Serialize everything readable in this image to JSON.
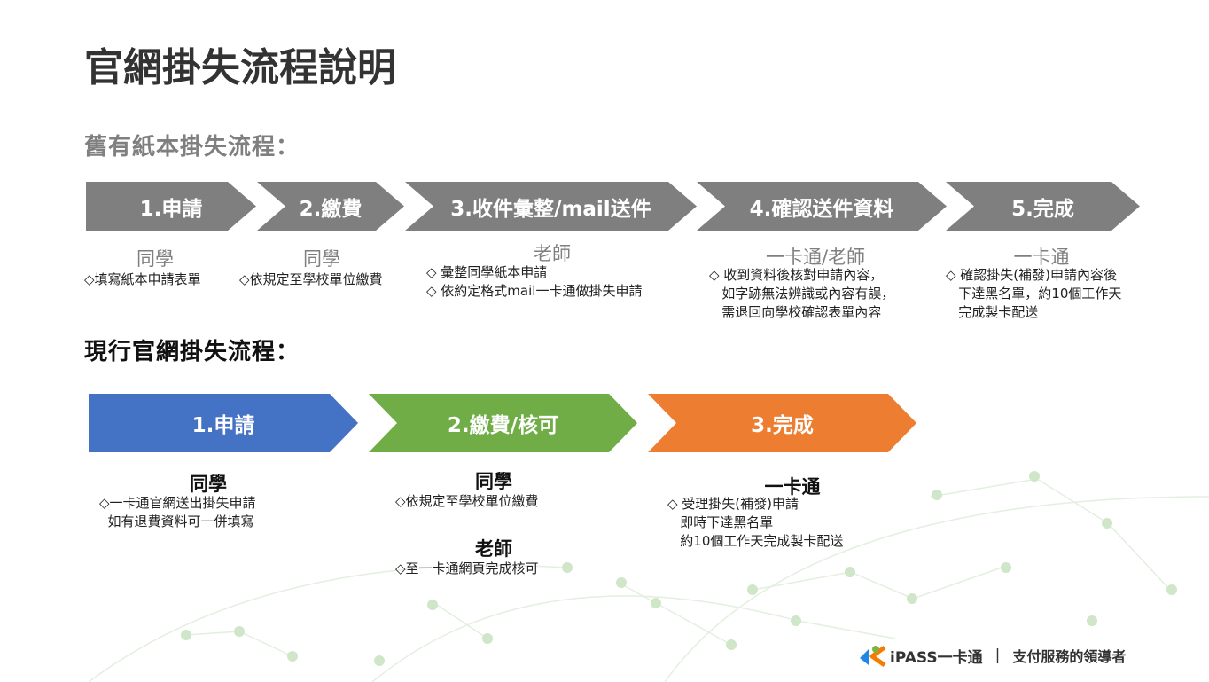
{
  "title": "官網掛失流程說明",
  "old_section": {
    "heading": "舊有紙本掛失流程：",
    "steps": [
      {
        "label": "1.申請",
        "role": "同學",
        "desc": "◇填寫紙本申請表單"
      },
      {
        "label": "2.繳費",
        "role": "同學",
        "desc": "◇依規定至學校單位繳費"
      },
      {
        "label": "3.收件彙整/mail送件",
        "role": "老師",
        "desc": "◇ 彙整同學紙本申請\n◇ 依約定格式mail一卡通做掛失申請"
      },
      {
        "label": "4.確認送件資料",
        "role": "一卡通/老師",
        "desc": "◇ 收到資料後核對申請內容，\n   如字跡無法辨識或內容有誤，\n   需退回向學校確認表單內容"
      },
      {
        "label": "5.完成",
        "role": "一卡通",
        "desc": "◇ 確認掛失(補發)申請內容後\n   下達黑名單，約10個工作天\n   完成製卡配送"
      }
    ]
  },
  "new_section": {
    "heading": "現行官網掛失流程：",
    "steps": [
      {
        "label": "1.申請",
        "role": "同學",
        "desc": "◇一卡通官網送出掛失申請\n  如有退費資料可一併填寫",
        "color": "#4472c4"
      },
      {
        "label": "2.繳費/核可",
        "role": "同學",
        "desc": "◇依規定至學校單位繳費",
        "role2": "老師",
        "desc2": "◇至一卡通網頁完成核可",
        "color": "#70ad47"
      },
      {
        "label": "3.完成",
        "role": "一卡通",
        "desc": "◇ 受理掛失(補發)申請\n   即時下達黑名單\n   約10個工作天完成製卡配送",
        "color": "#ed7d31"
      }
    ]
  },
  "footer": {
    "brand": "iPASS一卡通",
    "separator": "|",
    "slogan": "支付服務的領導者"
  }
}
